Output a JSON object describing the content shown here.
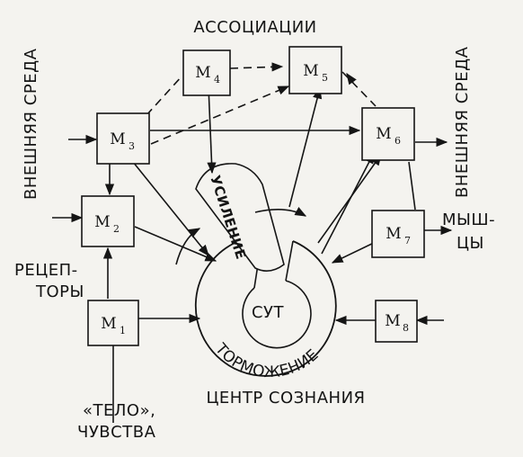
{
  "labels": {
    "associations": "АССОЦИАЦИИ",
    "env_left": "ВНЕШНЯЯ СРЕДА",
    "env_right": "ВНЕШНЯЯ СРЕДА",
    "receptors_1": "РЕЦЕП-",
    "receptors_2": "ТОРЫ",
    "muscles_1": "МЫШ-",
    "muscles_2": "ЦЫ",
    "body_1": "«ТЕЛО»,",
    "body_2": "ЧУВСТВА",
    "center": "ЦЕНТР СОЗНАНИЯ",
    "sut": "СУТ",
    "amplification": "УСИЛЕНИЕ",
    "inhibition": "ТОРМОЖЕНИЕ"
  },
  "modules": [
    {
      "id": "m1",
      "letter": "M",
      "index": "1"
    },
    {
      "id": "m2",
      "letter": "M",
      "index": "2"
    },
    {
      "id": "m3",
      "letter": "M",
      "index": "3"
    },
    {
      "id": "m4",
      "letter": "M",
      "index": "4"
    },
    {
      "id": "m5",
      "letter": "M",
      "index": "5"
    },
    {
      "id": "m6",
      "letter": "M",
      "index": "6"
    },
    {
      "id": "m7",
      "letter": "M",
      "index": "7"
    },
    {
      "id": "m8",
      "letter": "M",
      "index": "8"
    }
  ]
}
